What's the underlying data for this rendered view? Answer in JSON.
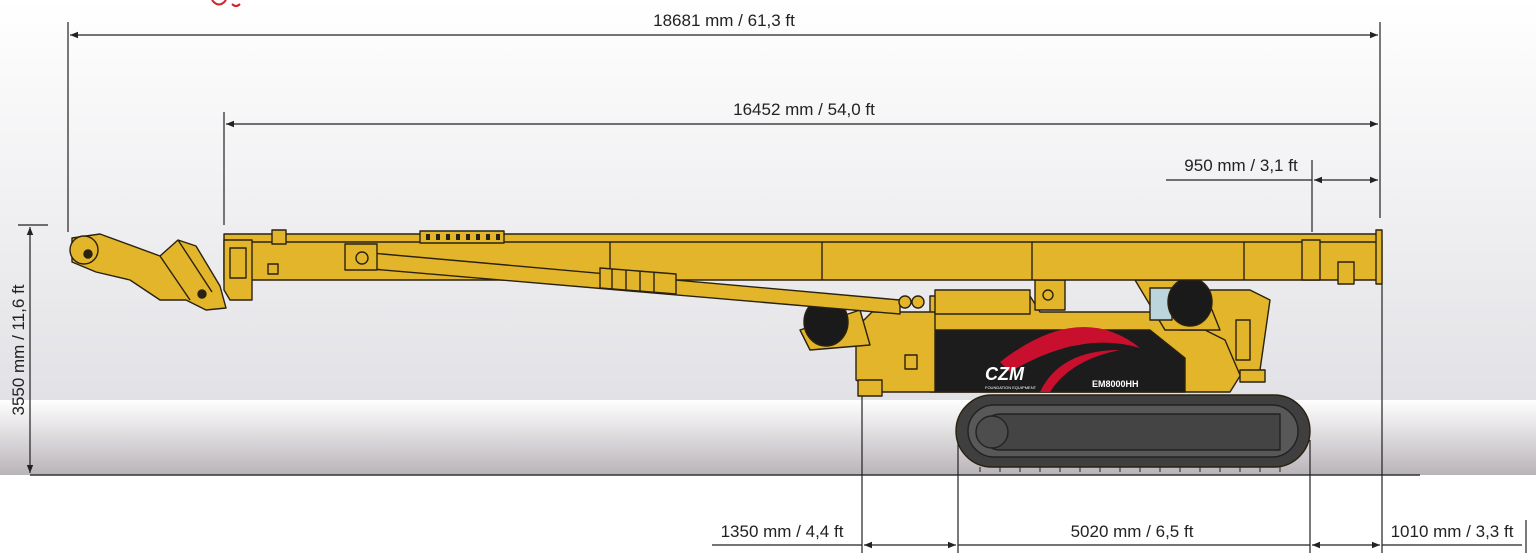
{
  "dimensions": {
    "overall_length": "18681 mm / 61,3 ft",
    "mast_length": "16452 mm / 54,0 ft",
    "mast_rear_overhang": "950 mm / 3,1 ft",
    "transport_height": "3550 mm / 11,6 ft",
    "front_overhang": "1350 mm / 4,4 ft",
    "track_length": "5020 mm / 6,5 ft",
    "rear_overhang": "1010 mm / 3,3 ft"
  },
  "machine": {
    "brand": "CZM",
    "brand_tagline": "FOUNDATION EQUIPMENT",
    "model": "EM8000HH"
  },
  "colors": {
    "machine_yellow": "#e3b52a",
    "machine_outline": "#2a2210",
    "body_black": "#1c1c1c",
    "graphic_red": "#c8102e",
    "track_gray": "#3f3f3f",
    "dimension_line": "#222222",
    "header_accent": "#d0202a"
  }
}
